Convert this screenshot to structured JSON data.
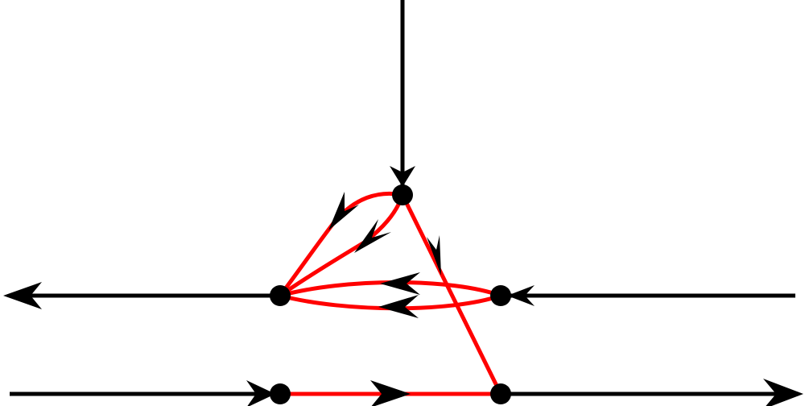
{
  "diagram": {
    "kind": "directed graph",
    "colors": {
      "external_edge": "#000000",
      "internal_edge": "#ff0000",
      "node": "#000000",
      "background": "#ffffff"
    },
    "nodes": [
      {
        "id": "node-top"
      },
      {
        "id": "node-middle-left"
      },
      {
        "id": "node-middle-right"
      },
      {
        "id": "node-bottom-left"
      },
      {
        "id": "node-bottom-right"
      }
    ],
    "external_edges": [
      {
        "id": "incoming-top-edge",
        "to": "node-top"
      },
      {
        "id": "outgoing-left-edge",
        "from": "node-middle-left"
      },
      {
        "id": "incoming-right-edge",
        "to": "node-middle-right"
      },
      {
        "id": "incoming-bottom-left-edge",
        "to": "node-bottom-left"
      },
      {
        "id": "outgoing-bottom-right-edge",
        "from": "node-bottom-right"
      }
    ],
    "internal_edges": [
      {
        "id": "top-to-middle-left-outer-edge",
        "from": "node-top",
        "to": "node-middle-left"
      },
      {
        "id": "top-to-middle-left-inner-edge",
        "from": "node-top",
        "to": "node-middle-left"
      },
      {
        "id": "top-to-bottom-right-edge",
        "from": "node-top",
        "to": "node-bottom-right"
      },
      {
        "id": "middle-right-to-left-upper-edge",
        "from": "node-middle-right",
        "to": "node-middle-left"
      },
      {
        "id": "middle-right-to-left-lower-edge",
        "from": "node-middle-right",
        "to": "node-middle-left"
      },
      {
        "id": "bottom-left-to-right-edge",
        "from": "node-bottom-left",
        "to": "node-bottom-right"
      }
    ]
  }
}
